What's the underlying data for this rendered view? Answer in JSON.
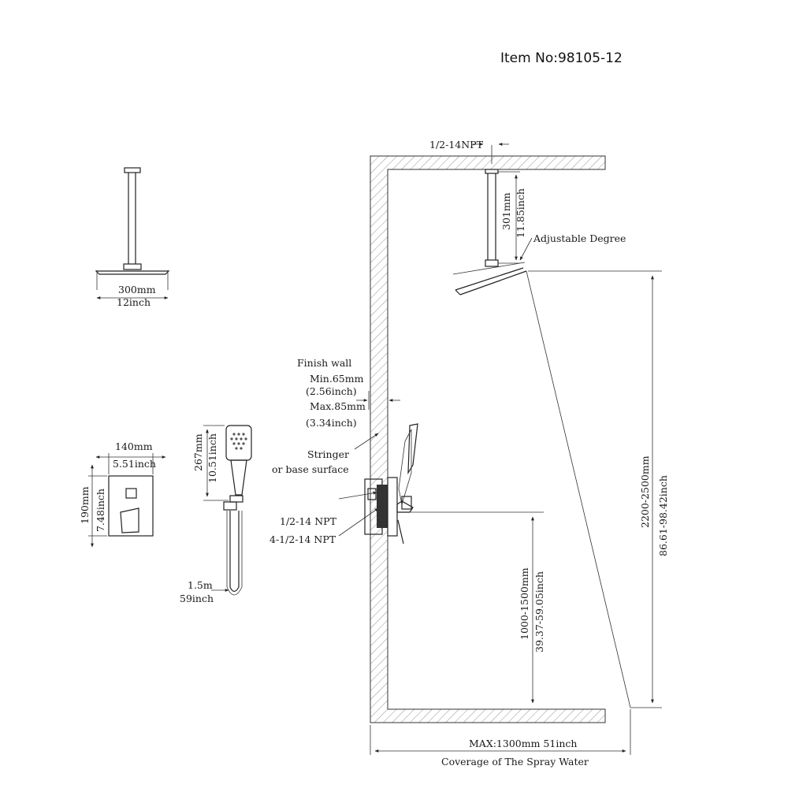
{
  "title": "Item No:98105-12",
  "shower_head": {
    "width_mm": "300mm",
    "width_inch": "12inch"
  },
  "valve_plate": {
    "width_mm": "140mm",
    "width_inch": "5.51inch",
    "height_mm": "190mm",
    "height_inch": "7.48inch"
  },
  "hand_shower": {
    "length_mm": "267mm",
    "length_inch": "10.51inch",
    "hose_m": "1.5m",
    "hose_inch": "59inch"
  },
  "install": {
    "top_thread": "1/2-14NPT",
    "arm_mm": "301mm",
    "arm_inch": "11.85inch",
    "adjustable": "Adjustable Degree",
    "finish_wall": "Finish wall",
    "min_mm": "Min.65mm",
    "min_inch": "(2.56inch)",
    "max_mm": "Max.85mm",
    "max_inch": "(3.34inch)",
    "stringer_1": "Stringer",
    "stringer_2": "or base surface",
    "npt_1": "1/2-14 NPT",
    "npt_2": "4-1/2-14 NPT",
    "height_total_mm": "2200-2500mm",
    "height_total_inch": "86.61-98.42inch",
    "height_valve_mm": "1000-1500mm",
    "height_valve_inch": "39.37-59.05inch",
    "coverage_max": "MAX:1300mm 51inch",
    "coverage_label": "Coverage of The Spray Water"
  }
}
